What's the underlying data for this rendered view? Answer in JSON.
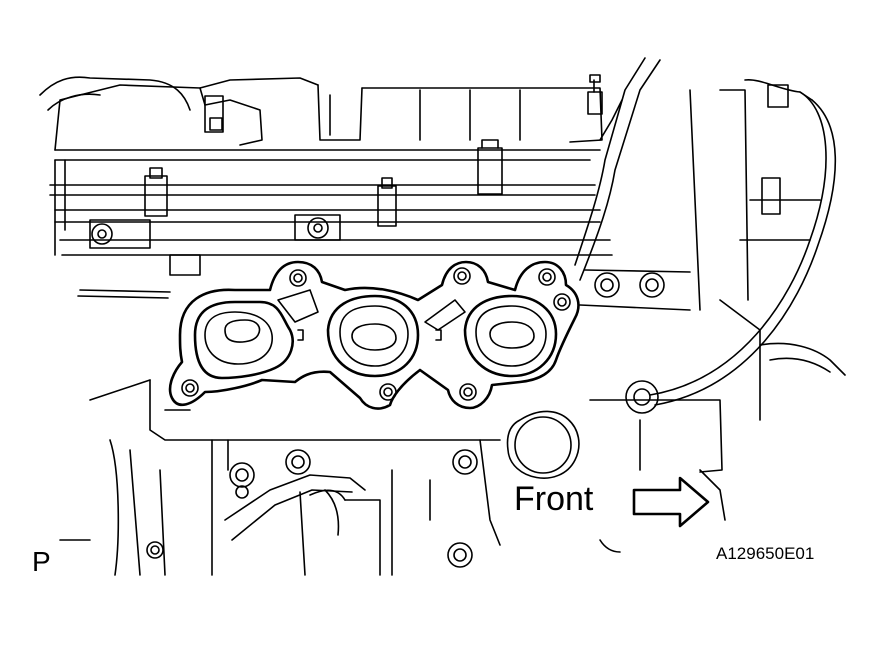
{
  "diagram": {
    "view_label": "P",
    "direction_label": "Front",
    "figure_id": "A129650E01"
  },
  "colors": {
    "line": "#000000",
    "background": "#ffffff"
  }
}
